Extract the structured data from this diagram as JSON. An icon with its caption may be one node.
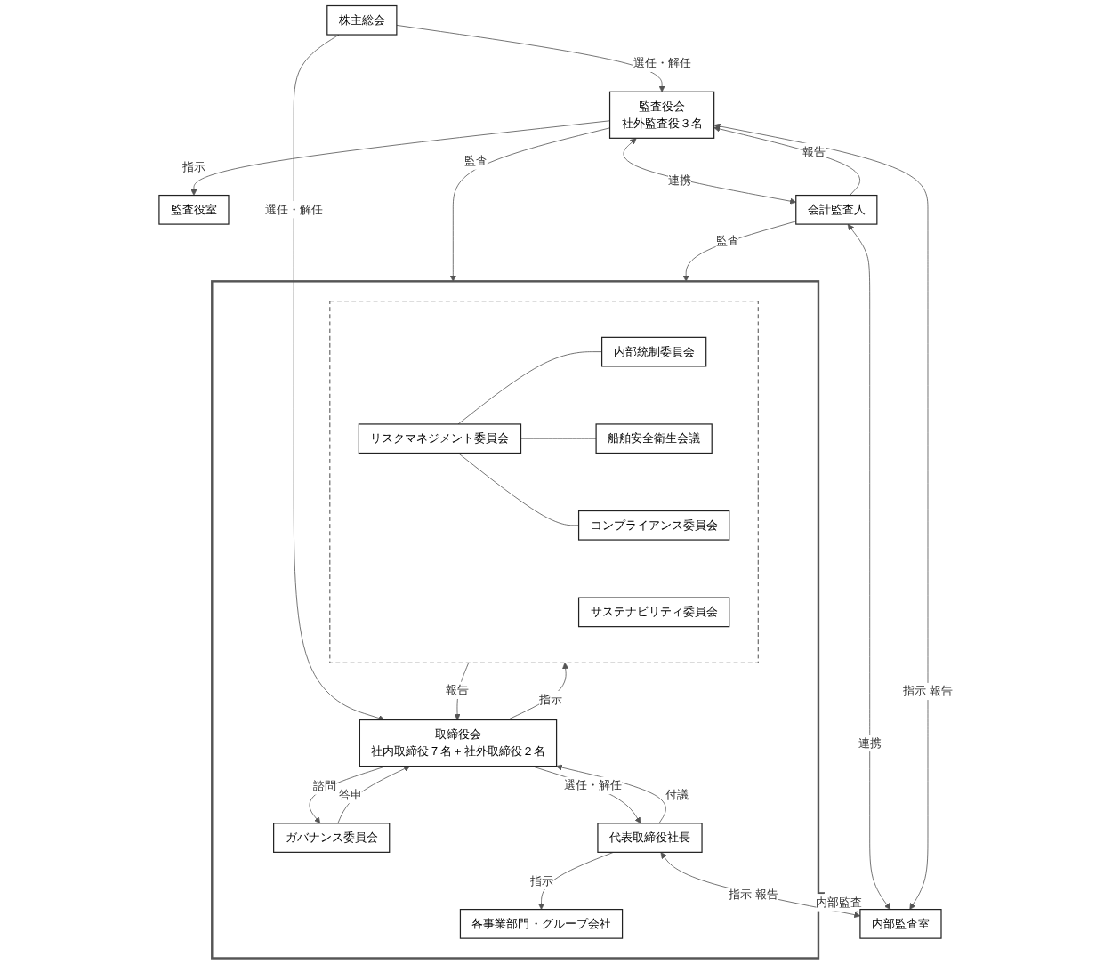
{
  "diagram": {
    "nodes": [
      {
        "text": [
          "株主総会"
        ]
      },
      {
        "text": [],
        "shape": "box"
      },
      {
        "text": [
          "ガバナンス委員会"
        ],
        "in": 1
      },
      {
        "text": [
          "取締役会",
          "社内取締役７名＋社外取締役２名"
        ],
        "in": 1
      },
      {
        "text": [
          "代表取締役社長"
        ],
        "in": 1
      },
      {
        "text": [],
        "shape": "box",
        "in": 1
      },
      {
        "text": [
          "リスクマネジメント委員会"
        ],
        "in": 5
      },
      {
        "text": [
          "内部統制委員会"
        ],
        "in": 5
      },
      {
        "text": [
          "船舶安全衛生会議"
        ],
        "in": 5
      },
      {
        "text": [
          "コンプライアンス委員会"
        ],
        "in": 5
      },
      {
        "text": [
          "サステナビリティ委員会"
        ],
        "in": 5
      },
      {
        "text": [
          "各事業部門・グループ会社"
        ],
        "in": 1
      },
      {
        "text": [
          "監査役会",
          "社外監査役３名"
        ]
      },
      {
        "text": [
          "監査役室"
        ]
      },
      {
        "text": [
          "会計監査人"
        ]
      },
      {
        "text": [
          "内部監査室"
        ]
      }
    ],
    "edges": [
      {
        "from": 0,
        "to": 3,
        "arrow": "to",
        "label": "選任・解任"
      },
      {
        "from": 0,
        "to": 12,
        "arrow": "to",
        "label": "選任・解任"
      },
      {
        "from": 3,
        "to": 2,
        "arrow": "to",
        "label": "諮問"
      },
      {
        "from": 2,
        "to": 3,
        "arrow": "to",
        "label": "答申"
      },
      {
        "from": 3,
        "to": 5,
        "arrow": "to",
        "label": "指示"
      },
      {
        "from": 5,
        "to": 3,
        "arrow": "to",
        "label": "報告"
      },
      {
        "from": 4,
        "to": 3,
        "arrow": "to",
        "label": "付議"
      },
      {
        "from": 3,
        "to": 4,
        "arrow": "to",
        "label": "選任・解任"
      },
      {
        "from": 4,
        "to": 11,
        "arrow": "to",
        "label": "指示"
      },
      {
        "from": 12,
        "to": 1,
        "arrow": "to",
        "label": "監査"
      },
      {
        "from": 12,
        "to": 13,
        "arrow": "to",
        "label": "指示"
      },
      {
        "from": 14,
        "to": 12,
        "arrow": "to",
        "label": "報告"
      },
      {
        "from": 14,
        "to": 1,
        "arrow": "to",
        "label": "監査"
      },
      {
        "from": 14,
        "to": 15,
        "arrow": "both",
        "label": "連携"
      },
      {
        "from": 12,
        "to": 14,
        "arrow": "both",
        "label": "連携"
      },
      {
        "from": 4,
        "to": 15,
        "arrow": "both",
        "label": "指示 報告"
      },
      {
        "from": 12,
        "to": 15,
        "arrow": "both",
        "label": "指示 報告"
      },
      {
        "from": 15,
        "to": 1,
        "arrow": "to",
        "label": "内部監査"
      },
      {
        "from": 6,
        "to": 7,
        "arrow": "none"
      },
      {
        "from": 6,
        "to": 8,
        "arrow": "none"
      },
      {
        "from": 6,
        "to": 9,
        "arrow": "none"
      }
    ]
  }
}
